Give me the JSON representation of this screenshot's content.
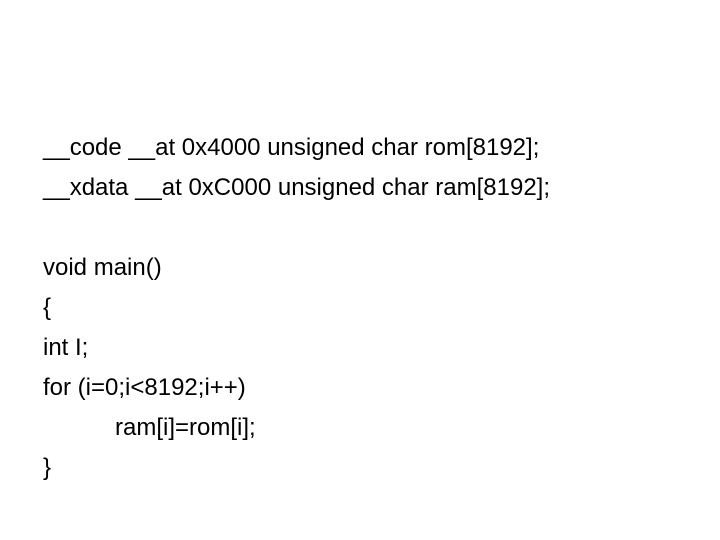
{
  "code": {
    "lines": [
      "__code __at 0x4000 unsigned char rom[8192];",
      "__xdata __at 0xC000 unsigned char ram[8192];",
      "void main()",
      "{",
      "int I;",
      "for (i=0;i<8192;i++)",
      "ram[i]=rom[i];",
      "}"
    ]
  }
}
